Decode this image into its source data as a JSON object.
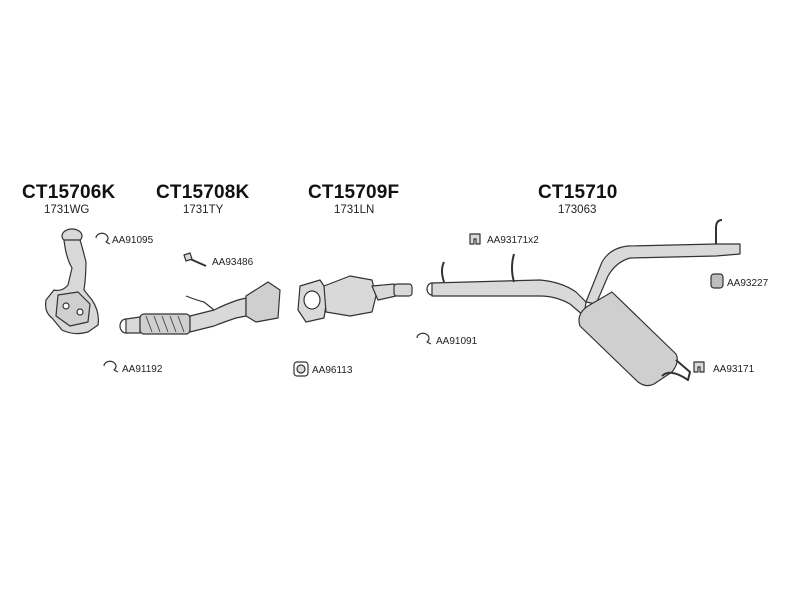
{
  "groups": [
    {
      "code": "CT15706K",
      "sub": "1731WG"
    },
    {
      "code": "CT15708K",
      "sub": "1731TY"
    },
    {
      "code": "CT15709F",
      "sub": "1731LN"
    },
    {
      "code": "CT15710",
      "sub": "173063"
    }
  ],
  "refs": {
    "clamp_top": "AA91095",
    "clamp_bottom": "AA91192",
    "bolt": "AA93486",
    "gasket": "AA96113",
    "clamp_mid": "AA91091",
    "hanger_pair": "AA93171x2",
    "rubber_mount": "AA93227",
    "hanger_rear": "AA93171"
  },
  "colors": {
    "outline": "#333333",
    "fill": "#d9d9d9",
    "text": "#111111"
  }
}
